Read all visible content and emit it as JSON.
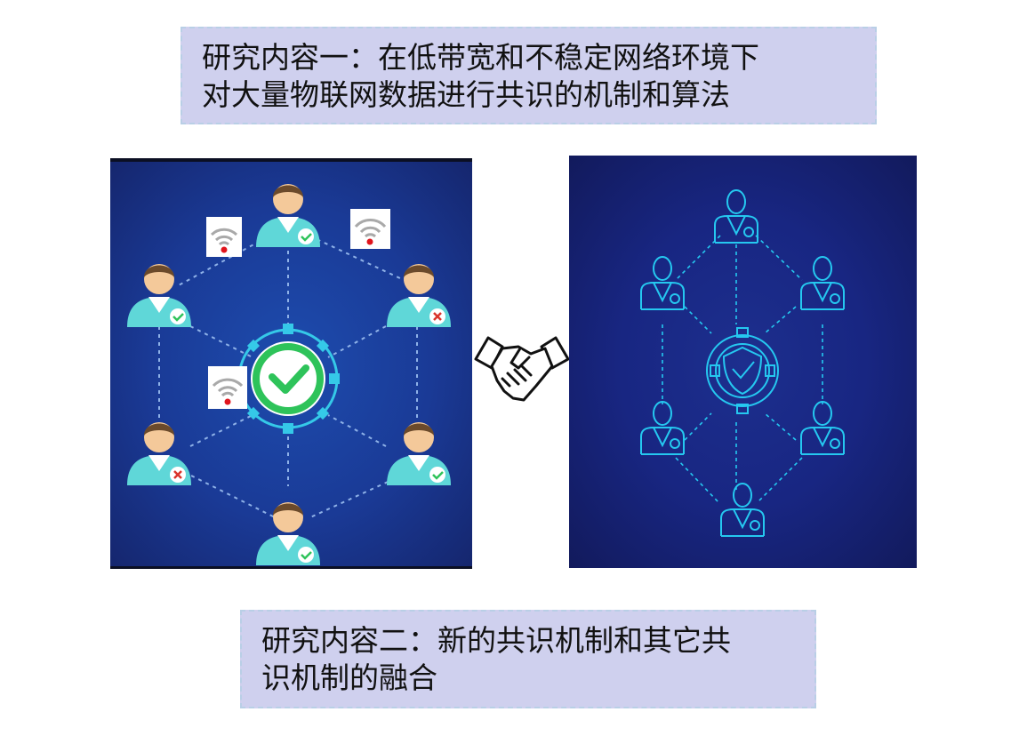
{
  "research_one": {
    "line1": "研究内容一：在低带宽和不稳定网络环境下",
    "line2": "对大量物联网数据进行共识的机制和算法"
  },
  "research_two": {
    "line1": "研究内容二：新的共识机制和其它共",
    "line2": "识机制的融合"
  },
  "icons": {
    "center_left": "green-checkmark-icon",
    "connector": "handshake-icon",
    "center_right": "neon-shield-check-icon",
    "weak_signal": "weak-wifi-icon"
  },
  "colors": {
    "text_box_bg": "#cfd0ee",
    "left_panel_bg": "#1a3a96",
    "right_panel_bg": "#182682",
    "neon": "#25c8f0",
    "check_green": "#2ec35a",
    "cross_red": "#d9342b"
  }
}
